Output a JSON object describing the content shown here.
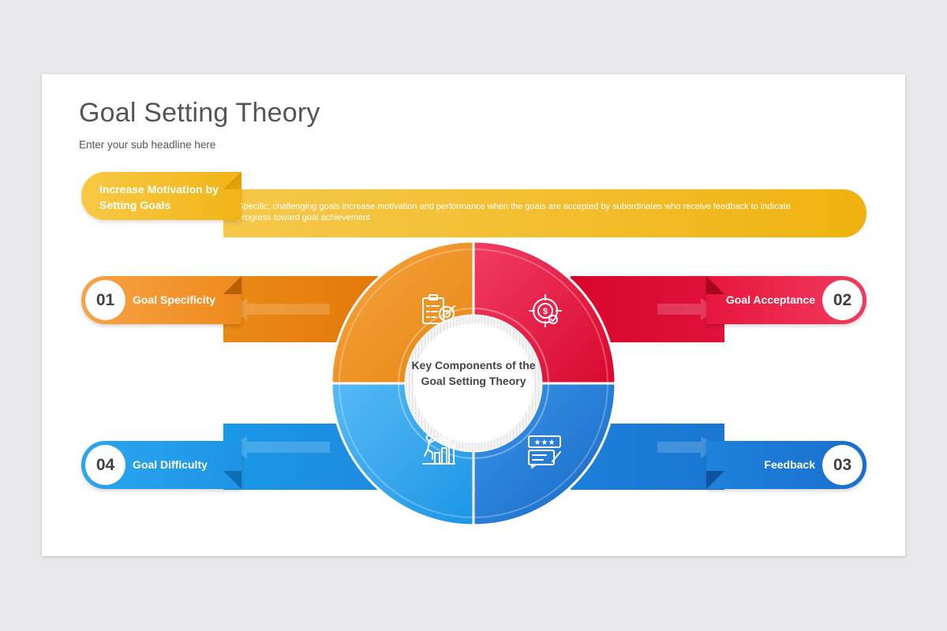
{
  "header": {
    "title": "Goal Setting Theory",
    "subtitle": "Enter your sub headline here"
  },
  "motivation": {
    "label": "Increase Motivation by Setting Goals",
    "description": "Specific, challenging goals increase motivation and performance when the goals are accepted by subordinates who receive feedback to indicate progress toward goal achievement",
    "color": "#f2bd2a"
  },
  "center": {
    "label": "Key Components of the Goal Setting Theory"
  },
  "components": [
    {
      "number": "01",
      "label": "Goal Specificity",
      "color": "#ee8a1c",
      "icon": "checklist-target-icon"
    },
    {
      "number": "02",
      "label": "Goal Acceptance",
      "color": "#e0123b",
      "icon": "dollar-target-icon"
    },
    {
      "number": "03",
      "label": "Feedback",
      "color": "#1a77d2",
      "icon": "rating-review-icon"
    },
    {
      "number": "04",
      "label": "Goal Difficulty",
      "color": "#1f94e5",
      "icon": "growth-climb-icon"
    }
  ]
}
